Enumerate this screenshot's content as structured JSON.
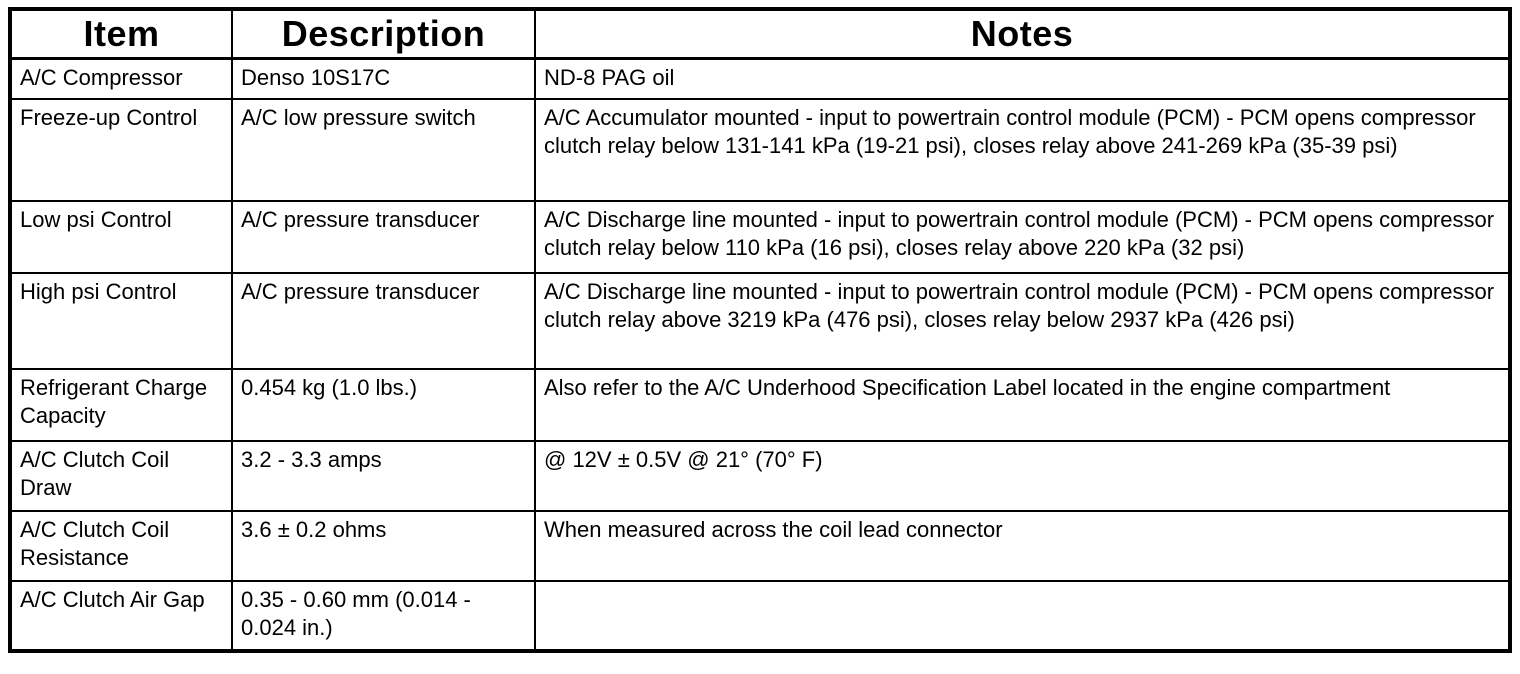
{
  "table": {
    "border_color": "#000000",
    "text_color": "#000000",
    "background_color": "#ffffff",
    "headers": {
      "item": "Item",
      "description": "Description",
      "notes": "Notes"
    },
    "rows": [
      {
        "item": "A/C Compressor",
        "description": "Denso 10S17C",
        "notes": "ND-8 PAG oil"
      },
      {
        "item": "Freeze-up Control",
        "description": "A/C low pressure switch",
        "notes": "A/C Accumulator mounted - input to powertrain control module (PCM) - PCM opens compressor clutch relay below 131-141 kPa (19-21 psi), closes relay above 241-269 kPa (35-39 psi)"
      },
      {
        "item": "Low psi Control",
        "description": "A/C pressure transducer",
        "notes": "A/C Discharge line mounted - input to powertrain control module (PCM) - PCM opens compressor clutch relay below 110 kPa (16 psi), closes relay above 220 kPa (32 psi)"
      },
      {
        "item": "High psi Control",
        "description": "A/C pressure transducer",
        "notes": "A/C Discharge line mounted - input to powertrain control module (PCM) - PCM opens compressor clutch relay above 3219 kPa (476 psi), closes relay below 2937 kPa (426 psi)"
      },
      {
        "item": "Refrigerant Charge Capacity",
        "description": "0.454 kg (1.0 lbs.)",
        "notes": "Also refer to the A/C Underhood Specification Label located in the engine compartment"
      },
      {
        "item": "A/C Clutch Coil Draw",
        "description": "3.2 - 3.3 amps",
        "notes": "@ 12V ± 0.5V @ 21° (70° F)"
      },
      {
        "item": "A/C Clutch Coil Resistance",
        "description": "3.6 ± 0.2 ohms",
        "notes": "When measured across the coil lead connector"
      },
      {
        "item": "A/C Clutch Air Gap",
        "description": "0.35 - 0.60 mm (0.014 - 0.024 in.)",
        "notes": ""
      }
    ]
  }
}
